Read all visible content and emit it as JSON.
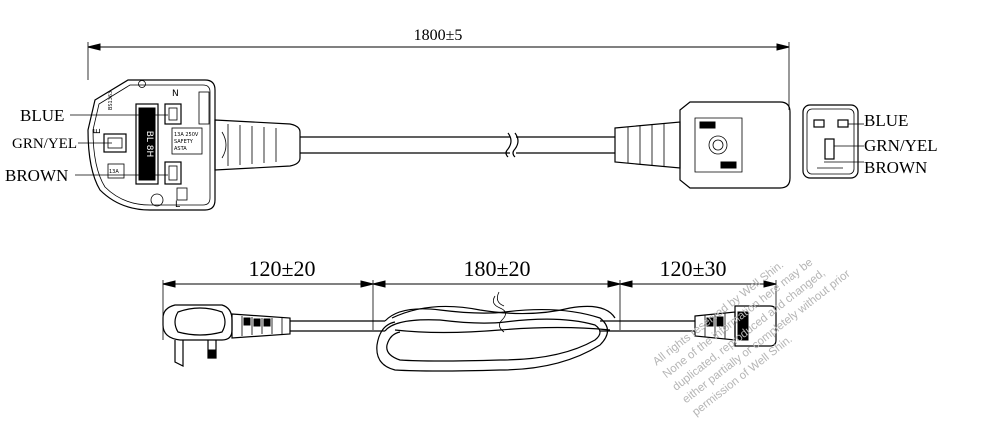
{
  "top_dimension": "1800±5",
  "wire_labels_plug": [
    "BLUE",
    "GRN/YEL",
    "BROWN"
  ],
  "wire_labels_connector": [
    "BLUE",
    "GRN/YEL",
    "BROWN"
  ],
  "plug_pin_marks": {
    "neutral": "N",
    "earth": "E",
    "live": "L"
  },
  "fuse_label": "BL 8H",
  "bottom_dimensions": [
    "120±20",
    "180±20",
    "120±30"
  ],
  "watermark_lines": [
    "All rights reserved by Well Shin.",
    "None of the information here may be",
    "duplicated, reproduced and changed,",
    "either partially or completely without prior",
    "permission of Well Shin."
  ]
}
